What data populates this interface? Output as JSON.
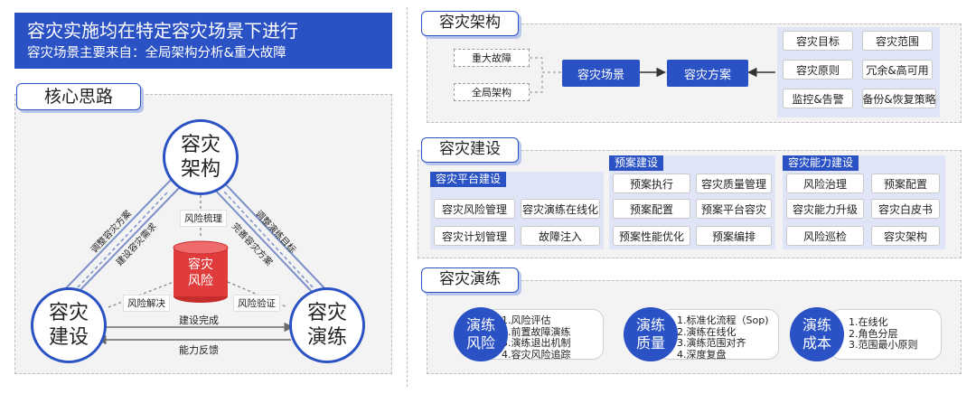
{
  "banner": {
    "line1": "容灾实施均在特定容灾场景下进行",
    "line2": "容灾场景主要来自：全局架构分析&重大故障"
  },
  "core": {
    "title": "核心思路",
    "node_top": [
      "容灾",
      "架构"
    ],
    "node_left": [
      "容灾",
      "建设"
    ],
    "node_right": [
      "容灾",
      "演练"
    ],
    "center": [
      "容灾",
      "风险"
    ],
    "labels": {
      "adjust_plan": "调整容灾方案",
      "build_requirement": "建设容灾需求",
      "adjust_goal": "调整演练目标",
      "improve_plan": "完善容灾方案",
      "risk_sort": "风险梳理",
      "risk_solve": "风险解决",
      "risk_verify": "风险验证",
      "build_done": "建设完成",
      "capability_feedback": "能力反馈"
    }
  },
  "arch": {
    "title": "容灾架构",
    "inputs": [
      "重大故障",
      "全局架构"
    ],
    "scene": "容灾场景",
    "plan": "容灾方案",
    "items": [
      "容灾目标",
      "容灾范围",
      "容灾原则",
      "冗余&高可用",
      "监控&告警",
      "备份&恢复策略"
    ]
  },
  "build": {
    "title": "容灾建设",
    "platform": {
      "header": "容灾平台建设",
      "items": [
        "容灾风险管理",
        "容灾演练在线化",
        "容灾计划管理",
        "故障注入"
      ]
    },
    "plan": {
      "header": "预案建设",
      "items": [
        "预案执行",
        "容灾质量管理",
        "预案配置",
        "预案平台容灾",
        "预案性能优化",
        "预案编排"
      ]
    },
    "ability": {
      "header": "容灾能力建设",
      "items": [
        "风险治理",
        "预案配置",
        "容灾能力升级",
        "容灾白皮书",
        "风险巡检",
        "容灾架构"
      ]
    }
  },
  "drill": {
    "title": "容灾演练",
    "cards": [
      {
        "circle": [
          "演练",
          "风险"
        ],
        "lines": [
          "1.风险评估",
          "2.前置故障演练",
          "3.演练退出机制",
          "4.容灾风险追踪"
        ]
      },
      {
        "circle": [
          "演练",
          "质量"
        ],
        "lines": [
          "1.标准化流程（Sop)",
          "2.演练在线化",
          "3.演练范围对齐",
          "4.深度复盘"
        ]
      },
      {
        "circle": [
          "演练",
          "成本"
        ],
        "lines": [
          "1.在线化",
          "2.角色分层",
          "3.范围最小原则"
        ]
      }
    ]
  },
  "colors": {
    "accent": "#2b52c4",
    "risk_cylinder": "#e03c3c",
    "panel_bg": "#f3f3f3",
    "group_bg": "#dfe5f7"
  }
}
